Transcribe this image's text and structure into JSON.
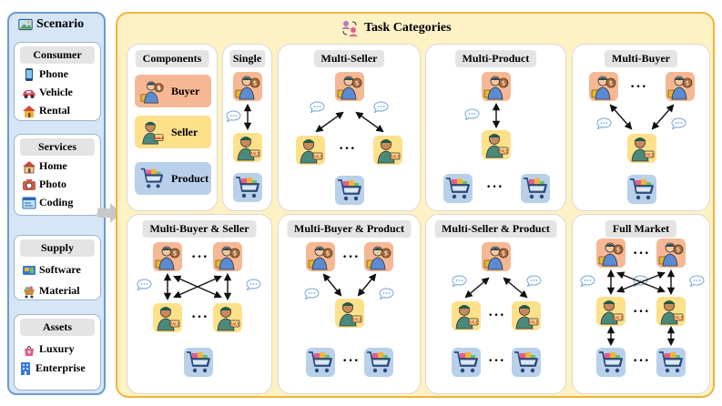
{
  "scenario": {
    "title": "Scenario",
    "groups": [
      {
        "title": "Consumer",
        "items": [
          {
            "label": "Phone",
            "icon": "phone-icon"
          },
          {
            "label": "Vehicle",
            "icon": "car-icon"
          },
          {
            "label": "Rental",
            "icon": "house-rental-icon"
          }
        ]
      },
      {
        "title": "Services",
        "items": [
          {
            "label": "Home",
            "icon": "home-icon"
          },
          {
            "label": "Photo",
            "icon": "camera-icon"
          },
          {
            "label": "Coding",
            "icon": "code-window-icon"
          }
        ]
      },
      {
        "title": "Supply",
        "items": [
          {
            "label": "Software",
            "icon": "software-icon"
          },
          {
            "label": "Material",
            "icon": "material-cart-icon"
          }
        ]
      },
      {
        "title": "Assets",
        "items": [
          {
            "label": "Luxury",
            "icon": "diamond-bag-icon"
          },
          {
            "label": "Enterprise",
            "icon": "building-icon"
          }
        ]
      }
    ]
  },
  "tasks": {
    "title": "Task Categories",
    "components": {
      "title": "Components",
      "buyer": "Buyer",
      "seller": "Seller",
      "product": "Product"
    },
    "categories": {
      "single": "Single",
      "multi_seller": "Multi-Seller",
      "multi_product": "Multi-Product",
      "multi_buyer": "Multi-Buyer",
      "multi_buyer_seller": "Multi-Buyer & Seller",
      "multi_buyer_product": "Multi-Buyer & Product",
      "multi_seller_product": "Multi-Seller & Product",
      "full_market": "Full Market"
    },
    "ellipsis": "···"
  },
  "colors": {
    "buyer": "#f6b894",
    "seller": "#fde08a",
    "product": "#b8d0ea",
    "panel": "#fef1c4",
    "scenario": "#d6e6f6"
  }
}
